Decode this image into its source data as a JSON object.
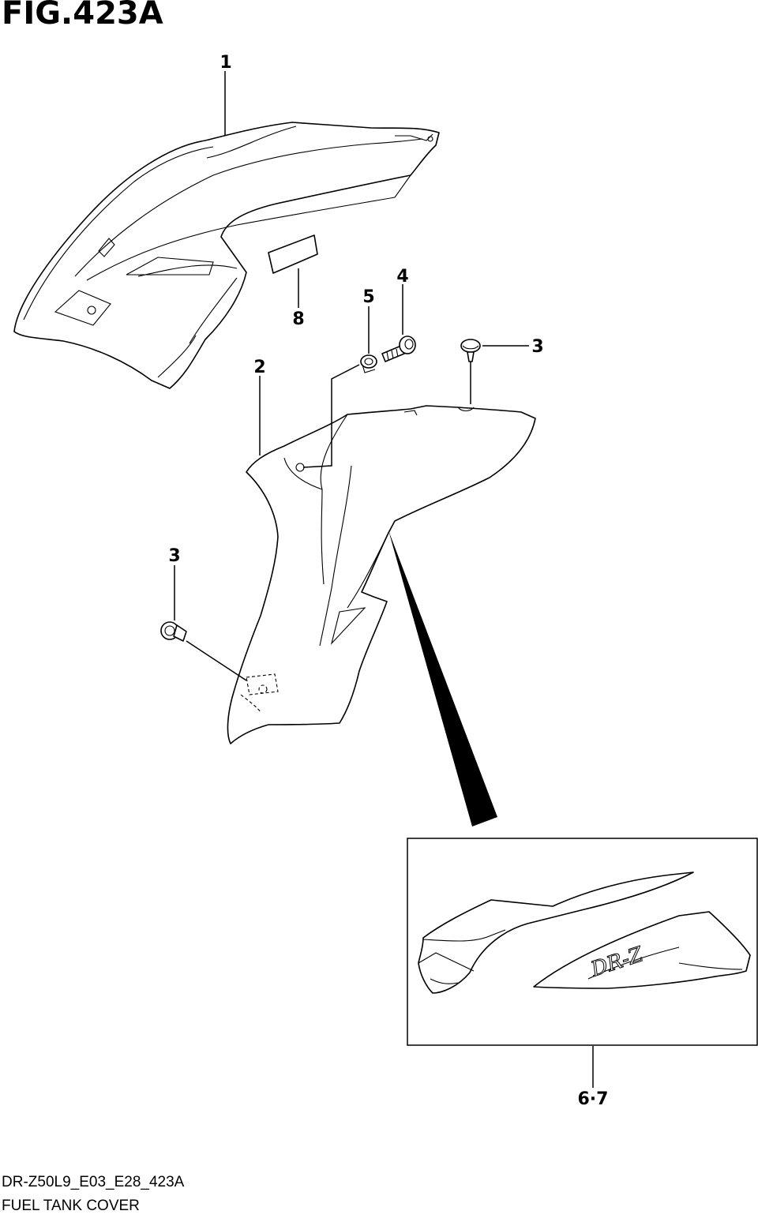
{
  "figure": {
    "title": "FIG.423A"
  },
  "callouts": {
    "p1": "1",
    "p2": "2",
    "p3a": "3",
    "p3b": "3",
    "p4": "4",
    "p5": "5",
    "p67": "6·7",
    "p8": "8"
  },
  "footer": {
    "model_code": "DR-Z50L9_E03_E28_423A",
    "section_name": "FUEL TANK COVER"
  },
  "inset": {
    "emblem_text": "DR-Z"
  }
}
